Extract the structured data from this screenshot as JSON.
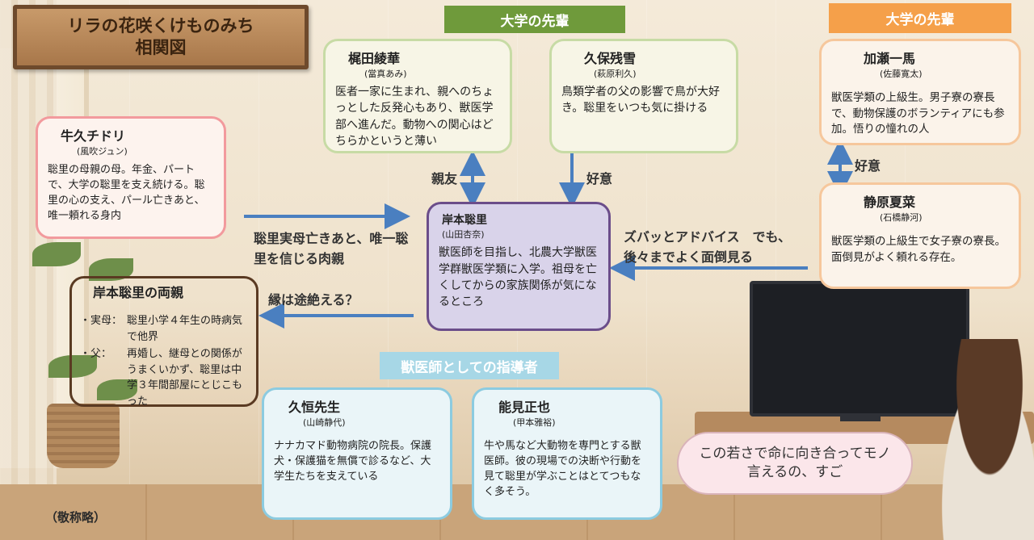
{
  "title": {
    "line1": "リラの花咲くけものみち",
    "line2": "相関図"
  },
  "tags": {
    "senpai_left": "大学の先輩",
    "senpai_right": "大学の先輩",
    "mentor": "獣医師としての指導者"
  },
  "center": {
    "name": "岸本聡里",
    "actor": "(山田杏奈)",
    "desc": "獣医師を目指し、北農大学獣医学群獣医学類に入学。祖母を亡くしてからの家族関係が気になるところ"
  },
  "kajita": {
    "name": "梶田綾華",
    "actor": "(當真あみ)",
    "desc": "医者一家に生まれ、親へのちょっとした反発心もあり、獣医学部へ進んだ。動物への関心はどちらかというと薄い"
  },
  "kubo": {
    "name": "久保残雪",
    "actor": "(萩原利久)",
    "desc": "鳥類学者の父の影響で鳥が大好き。聡里をいつも気に掛ける"
  },
  "kase": {
    "name": "加瀬一馬",
    "actor": "(佐藤寛太)",
    "desc": "獣医学類の上級生。男子寮の寮長で、動物保護のボランティアにも参加。悟りの憧れの人"
  },
  "shizuhara": {
    "name": "静原夏菜",
    "actor": "(石橋静河)",
    "desc": "獣医学類の上級生で女子寮の寮長。面倒見がよく頼れる存在。"
  },
  "ushiku": {
    "name": "牛久チドリ",
    "actor": "(風吹ジュン)",
    "desc": "聡里の母親の母。年金、パートで、大学の聡里を支え続ける。聡里の心の支え、パール亡きあと、唯一頼れる身内"
  },
  "parents": {
    "name": "岸本聡里の両親",
    "mother_label": "・実母：",
    "mother_desc": "聡里小学４年生の時病気で他界",
    "father_label": "・父：",
    "father_desc": "再婚し、継母との関係がうまくいかず、聡里は中学３年間部屋にとじこもった"
  },
  "kugen": {
    "name": "久恒先生",
    "actor": "(山崎静代)",
    "desc": "ナナカマド動物病院の院長。保護犬・保護猫を無償で診るなど、大学生たちを支えている"
  },
  "nomi": {
    "name": "能見正也",
    "actor": "(甲本雅裕)",
    "desc": "牛や馬など大動物を専門とする獣医師。彼の現場での決断や行動を見て聡里が学ぶことはとてつもなく多そう。"
  },
  "labels": {
    "shinyu": "親友",
    "koui_kubo": "好意",
    "koui_kase": "好意",
    "ushiku_rel": "聡里実母亡きあと、唯一聡里を信じる肉親",
    "parents_rel": "縁は途絶える？",
    "shizuhara_rel": "ズバッとアドバイス　でも、後々までよく面倒見る"
  },
  "bubble": "この若さで命に向き合ってモノ言えるの、すご",
  "honorific": "（敬称略）",
  "colors": {
    "arrow": "#4a7fc0",
    "green_tag": "#6f9a3b",
    "orange_tag": "#f5a04a",
    "blue_tag": "#a7d7e6",
    "center_border": "#6b4d8a"
  }
}
